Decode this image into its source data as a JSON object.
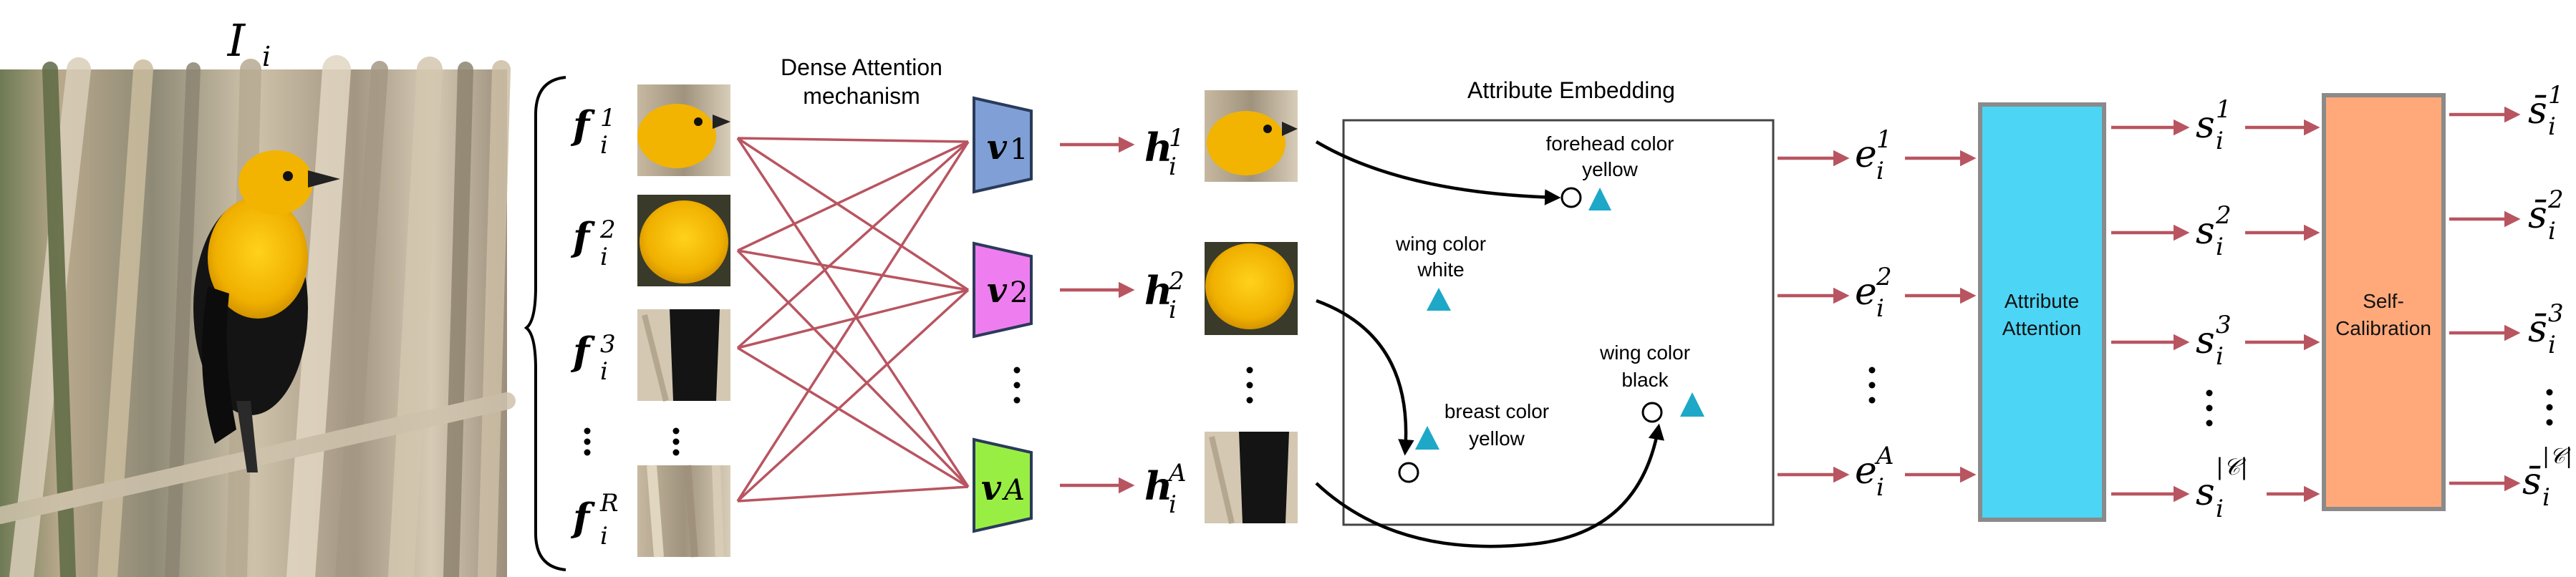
{
  "input_image": {
    "label": "I",
    "subscript": "i"
  },
  "features": [
    {
      "sym": "f",
      "sup": "1",
      "sub": "i"
    },
    {
      "sym": "f",
      "sup": "2",
      "sub": "i"
    },
    {
      "sym": "f",
      "sup": "3",
      "sub": "i"
    },
    {
      "sym": "f",
      "sup": "R",
      "sub": "i"
    }
  ],
  "dense_attention": {
    "line1": "Dense Attention",
    "line2": "mechanism"
  },
  "attention_modules": [
    {
      "sym": "v",
      "sub": "1",
      "color": "#7f9fd6"
    },
    {
      "sym": "v",
      "sub": "2",
      "color": "#ee7ef0"
    },
    {
      "sym": "v",
      "sub": "A",
      "color": "#99ee44"
    }
  ],
  "hidden": [
    {
      "sym": "h",
      "sup": "1",
      "sub": "i"
    },
    {
      "sym": "h",
      "sup": "2",
      "sub": "i"
    },
    {
      "sym": "h",
      "sup": "A",
      "sub": "i"
    }
  ],
  "attribute_embedding": {
    "title": "Attribute Embedding",
    "labels": [
      {
        "line1": "forehead color",
        "line2": "yellow"
      },
      {
        "line1": "wing color",
        "line2": "white"
      },
      {
        "line1": "wing color",
        "line2": "black"
      },
      {
        "line1": "breast color",
        "line2": "yellow"
      }
    ]
  },
  "embeddings": [
    {
      "sym": "e",
      "sup": "1",
      "sub": "i"
    },
    {
      "sym": "e",
      "sup": "2",
      "sub": "i"
    },
    {
      "sym": "e",
      "sup": "A",
      "sub": "i"
    }
  ],
  "attribute_attention": {
    "line1": "Attribute",
    "line2": "Attention",
    "color": "#4dd5f5",
    "border": "#8a8a8a"
  },
  "scores": [
    {
      "sym": "s",
      "sup": "1",
      "sub": "i"
    },
    {
      "sym": "s",
      "sup": "2",
      "sub": "i"
    },
    {
      "sym": "s",
      "sup": "3",
      "sub": "i"
    },
    {
      "sym": "s",
      "sup": "|𝒞|",
      "sub": "i"
    }
  ],
  "self_calibration": {
    "line1": "Self-",
    "line2": "Calibration",
    "color": "#ffa97a",
    "border": "#8a8a8a"
  },
  "calibrated_scores": [
    {
      "sym": "s̄",
      "sup": "1",
      "sub": "i"
    },
    {
      "sym": "s̄",
      "sup": "2",
      "sub": "i"
    },
    {
      "sym": "s̄",
      "sup": "3",
      "sub": "i"
    },
    {
      "sym": "s̄",
      "sup": "|𝒞|",
      "sub": "i"
    }
  ],
  "colors": {
    "arrow": "#b85560",
    "dense_line": "#b85560",
    "triangle": "#1da8c8",
    "black": "#000000"
  }
}
